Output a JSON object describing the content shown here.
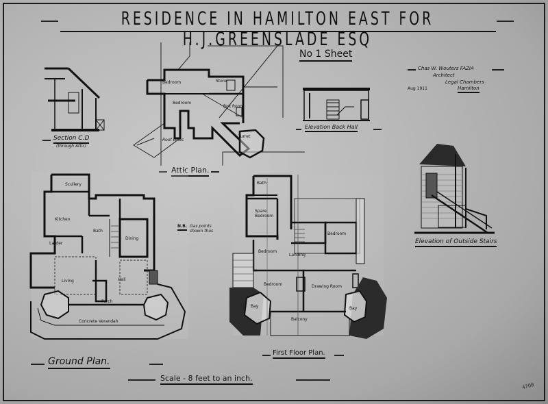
{
  "sheet": {
    "title": "RESIDENCE IN HAMILTON EAST FOR H.J.GREENSLADE ESQ",
    "sheet_number": "No 1 Sheet",
    "architect_block": {
      "name": "Chas W. Wouters FAZIA",
      "role": "Architect",
      "address": "Legal Chambers",
      "town": "Hamilton",
      "date": "Aug 1911"
    },
    "catalogue_stamp": "4708"
  },
  "drawings": {
    "section": {
      "label": "Section C.D",
      "sublabel": "(through Attic)"
    },
    "attic_plan": {
      "label": "Attic Plan.",
      "rooms": [
        "Bedroom",
        "Bedroom",
        "Box Room",
        "Store",
        "Turret"
      ],
      "note": "Roof Lines"
    },
    "hall_elevation": {
      "label": "Elevation Back Hall"
    },
    "outside_stairs": {
      "label": "Elevation of Outside Stairs"
    },
    "ground_plan": {
      "label": "Ground Plan.",
      "rooms": [
        "Scullery",
        "Kitchen",
        "Larder",
        "Bath",
        "Dining",
        "Living",
        "Hall",
        "Porch",
        "Concrete Verandah"
      ],
      "note_label": "N.B.",
      "note_text": "Gas points shown thus"
    },
    "first_floor_plan": {
      "label": "First Floor Plan.",
      "rooms": [
        "Bath",
        "Spare Bedroom",
        "Bedroom",
        "Bedroom",
        "Landing",
        "Bedroom",
        "Drawing Room",
        "Balcony",
        "Bay",
        "Bay"
      ]
    },
    "scale": "Scale - 8 feet to an inch."
  }
}
